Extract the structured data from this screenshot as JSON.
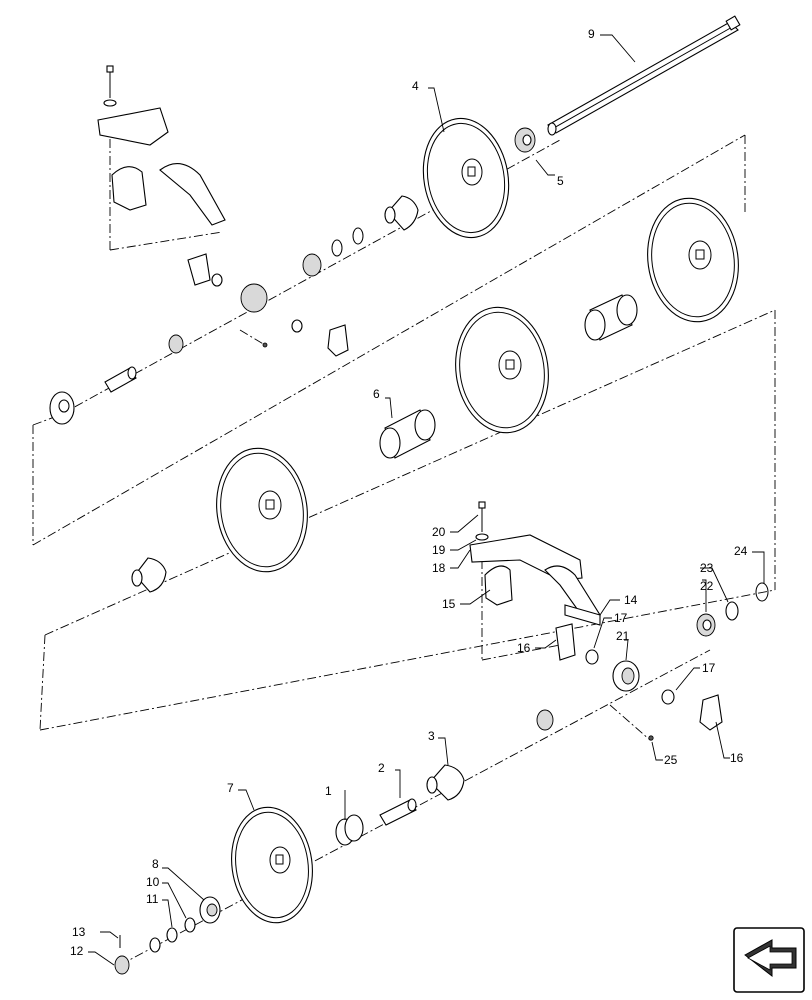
{
  "diagram": {
    "callouts": [
      "1",
      "2",
      "3",
      "4",
      "5",
      "6",
      "7",
      "8",
      "9",
      "10",
      "11",
      "12",
      "13",
      "14",
      "15",
      "16",
      "17",
      "18",
      "19",
      "20",
      "21",
      "22",
      "23",
      "24",
      "25"
    ],
    "callout_16b": "16",
    "callout_17b": "17"
  },
  "icons": {
    "nav": "previous-page-arrow-icon"
  }
}
